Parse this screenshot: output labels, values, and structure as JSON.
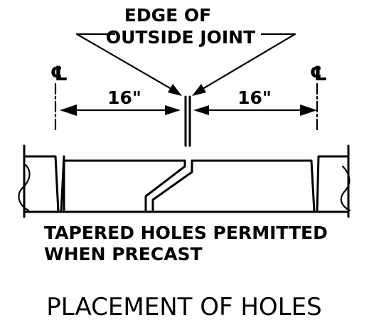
{
  "labels": {
    "edge_line1": "EDGE OF",
    "edge_line2": "OUTSIDE JOINT",
    "centerline_left": "℄",
    "centerline_right": "℄",
    "dim_left": "16\"",
    "dim_right": "16\"",
    "note_line1": "TAPERED HOLES PERMITTED",
    "note_line2": "WHEN PRECAST",
    "title": "PLACEMENT OF HOLES"
  }
}
